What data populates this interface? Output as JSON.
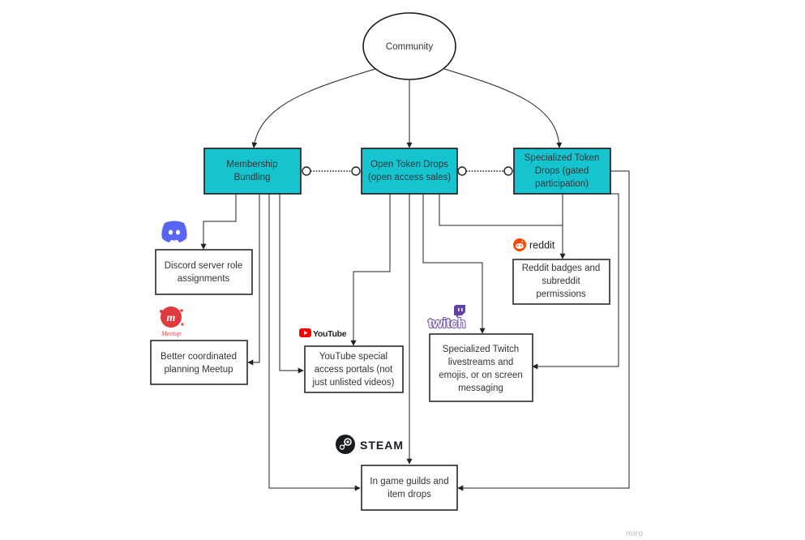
{
  "nodes": {
    "community": {
      "label": "Community"
    },
    "membership": {
      "lines": [
        "Membership",
        "Bundling"
      ]
    },
    "open_drops": {
      "lines": [
        "Open Token Drops",
        "(open access sales)"
      ]
    },
    "specialized_drops": {
      "lines": [
        "Specialized Token",
        "Drops (gated",
        "participation)"
      ]
    },
    "discord_box": {
      "lines": [
        "Discord server role",
        "assignments"
      ]
    },
    "meetup_box": {
      "lines": [
        "Better coordinated",
        "planning Meetup"
      ]
    },
    "youtube_box": {
      "lines": [
        "YouTube special",
        "access portals (not",
        "just unlisted videos)"
      ]
    },
    "reddit_box": {
      "lines": [
        "Reddit badges and",
        "subreddit",
        "permissions"
      ]
    },
    "twitch_box": {
      "lines": [
        "Specialized Twitch",
        "livestreams and",
        "emojis, or on screen",
        "messaging"
      ]
    },
    "game_box": {
      "lines": [
        "In game guilds and",
        "item drops"
      ]
    }
  },
  "logos": {
    "discord": {
      "icon": "discord-icon",
      "color": "#5865f2"
    },
    "meetup": {
      "icon": "meetup-icon",
      "text": "Meetup",
      "color": "#e0393e"
    },
    "youtube": {
      "icon": "youtube-icon",
      "text": "YouTube",
      "color": "#ff0000"
    },
    "reddit": {
      "icon": "reddit-icon",
      "text": "reddit",
      "color": "#ff4500"
    },
    "twitch": {
      "icon": "twitch-icon",
      "text": "twitch",
      "color": "#6441a5"
    },
    "steam": {
      "icon": "steam-icon",
      "text": "STEAM",
      "color": "#171a21"
    }
  },
  "colors": {
    "primary_fill": "#16c4cf",
    "stroke": "#1a1a1a"
  },
  "watermark": "miro"
}
